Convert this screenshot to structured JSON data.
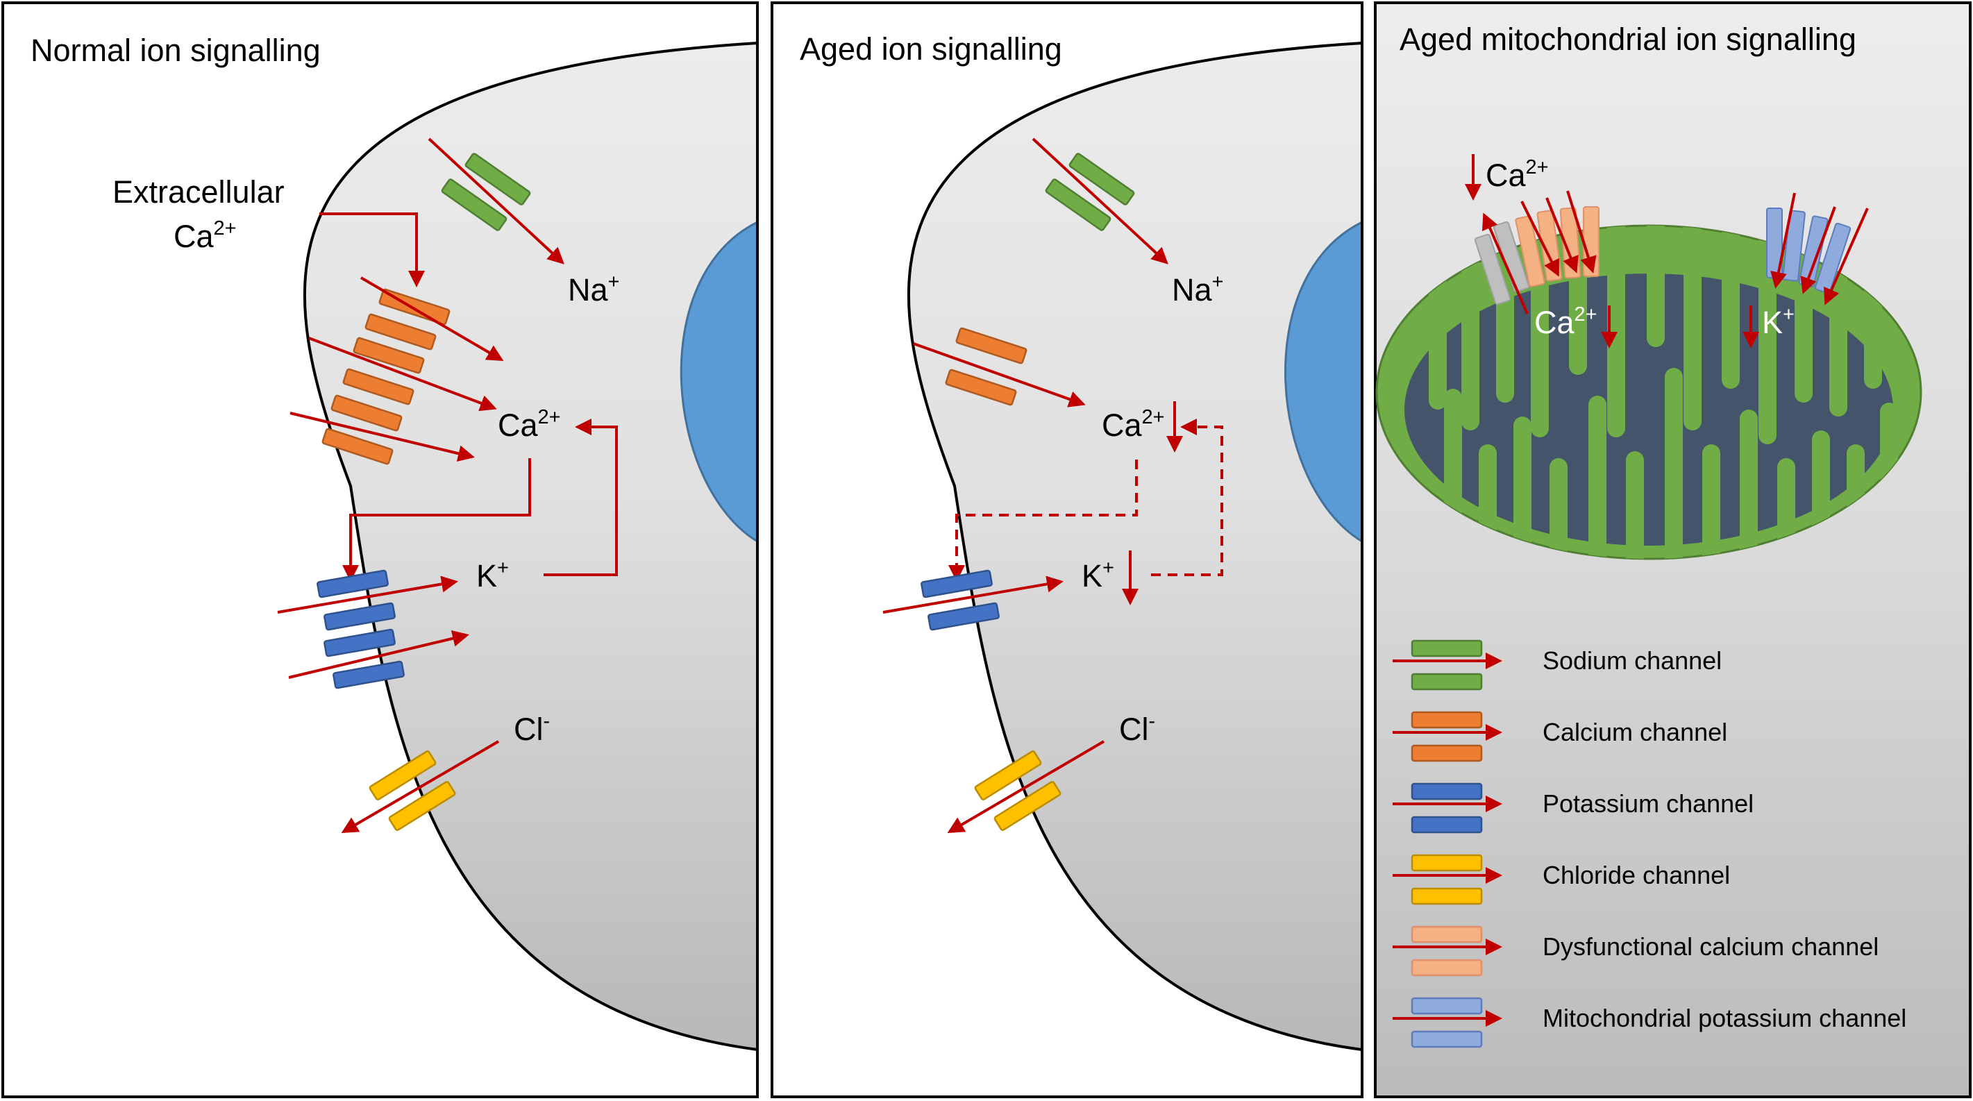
{
  "panels": {
    "normal": {
      "title": "Normal ion signalling"
    },
    "aged": {
      "title": "Aged ion signalling"
    },
    "mito": {
      "title": "Aged mitochondrial ion signalling"
    }
  },
  "ions": {
    "sodium": {
      "base": "Na",
      "sup": "+"
    },
    "calcium": {
      "base": "Ca",
      "sup": "2+"
    },
    "potassium": {
      "base": "K",
      "sup": "+"
    },
    "chloride": {
      "base": "Cl",
      "sup": "-"
    }
  },
  "extracellular": {
    "line1": "Extracellular",
    "line2_base": "Ca",
    "line2_sup": "2+"
  },
  "legend": [
    {
      "label": "Sodium channel",
      "color": "#70AD47",
      "stroke": "#507E32"
    },
    {
      "label": "Calcium channel",
      "color": "#ED7D31",
      "stroke": "#AE5A21"
    },
    {
      "label": "Potassium channel",
      "color": "#4472C4",
      "stroke": "#2F528F"
    },
    {
      "label": "Chloride channel",
      "color": "#FFC000",
      "stroke": "#BC8C00"
    },
    {
      "label": "Dysfunctional calcium channel",
      "color": "#F4B183",
      "stroke": "#E0906A"
    },
    {
      "label": "Mitochondrial potassium channel",
      "color": "#8FAADC",
      "stroke": "#5B7DBD"
    }
  ],
  "colors": {
    "arrow": "#C00000",
    "nucleus": "#5B9BD5",
    "mito_outer": "#70AD47",
    "mito_inner": "#44546A"
  }
}
